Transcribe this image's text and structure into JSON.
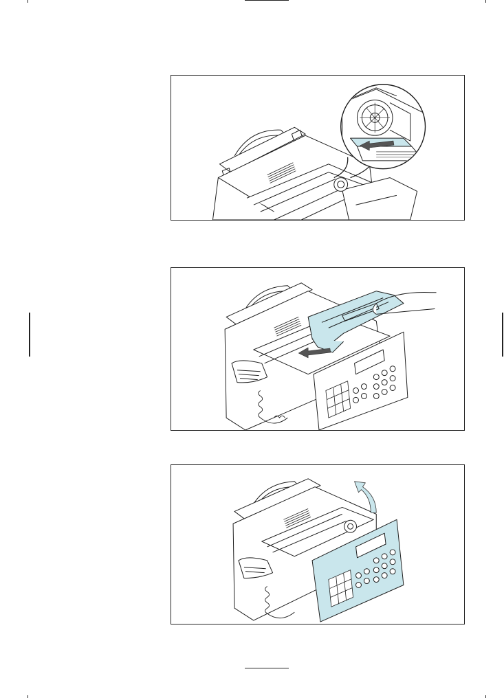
{
  "page": {
    "panels": [
      {
        "id": "figure-1",
        "subject": "fax-machine-open-cover-gear-closeup"
      },
      {
        "id": "figure-2",
        "subject": "insert-drum-cartridge"
      },
      {
        "id": "figure-3",
        "subject": "close-front-cover"
      }
    ],
    "colors": {
      "line": "#1e1e1e",
      "accent": "#c9e6ec",
      "paper": "#ffffff"
    },
    "icons": [
      "arrow-icon",
      "curved-arrow-icon",
      "magnifier-circle-icon"
    ]
  }
}
